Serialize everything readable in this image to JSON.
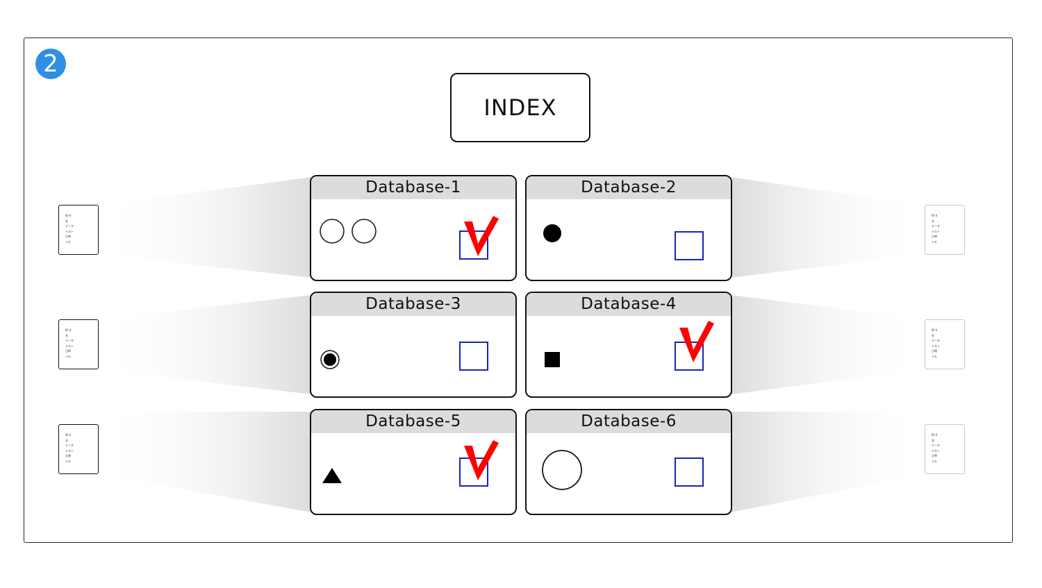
{
  "step_badge": "2",
  "index_label": "INDEX",
  "colors": {
    "checkbox": "#1a22b8",
    "checkmark": "#ff0000",
    "badge": "#2f8fe6",
    "header": "#dcdcdc"
  },
  "databases": [
    {
      "title": "Database-1",
      "symbol": "two-empty-circles-icon",
      "checked": true
    },
    {
      "title": "Database-2",
      "symbol": "filled-circle-icon",
      "checked": false
    },
    {
      "title": "Database-3",
      "symbol": "bullseye-icon",
      "checked": false
    },
    {
      "title": "Database-4",
      "symbol": "filled-square-icon",
      "checked": true
    },
    {
      "title": "Database-5",
      "symbol": "filled-triangle-icon",
      "checked": true
    },
    {
      "title": "Database-6",
      "symbol": "large-empty-circle-icon",
      "checked": false
    }
  ]
}
